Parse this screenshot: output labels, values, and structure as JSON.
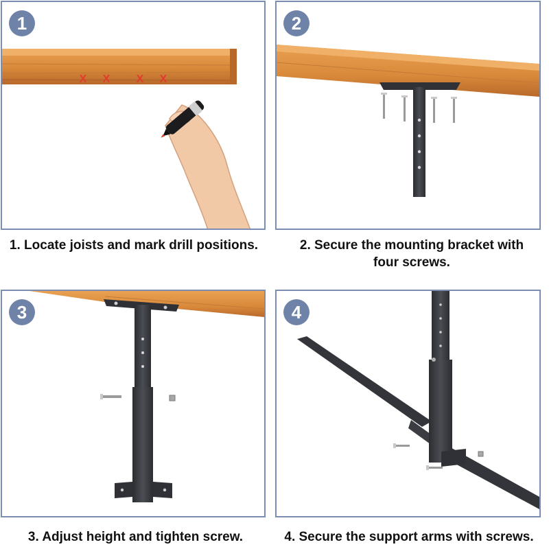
{
  "colors": {
    "panel_border": "#7b8db3",
    "badge_fill": "#6f82a8",
    "wood": "#d9893a",
    "metal": "#3b3d42",
    "mark": "#e23b2e"
  },
  "steps": [
    {
      "number": "1",
      "caption": "1. Locate joists and mark drill positions."
    },
    {
      "number": "2",
      "caption": "2. Secure the mounting bracket with four screws."
    },
    {
      "number": "3",
      "caption": "3. Adjust height and tighten screw."
    },
    {
      "number": "4",
      "caption": "4. Secure the support arms with screws."
    }
  ],
  "step1_marks": [
    "X",
    "X",
    "X",
    "X"
  ]
}
